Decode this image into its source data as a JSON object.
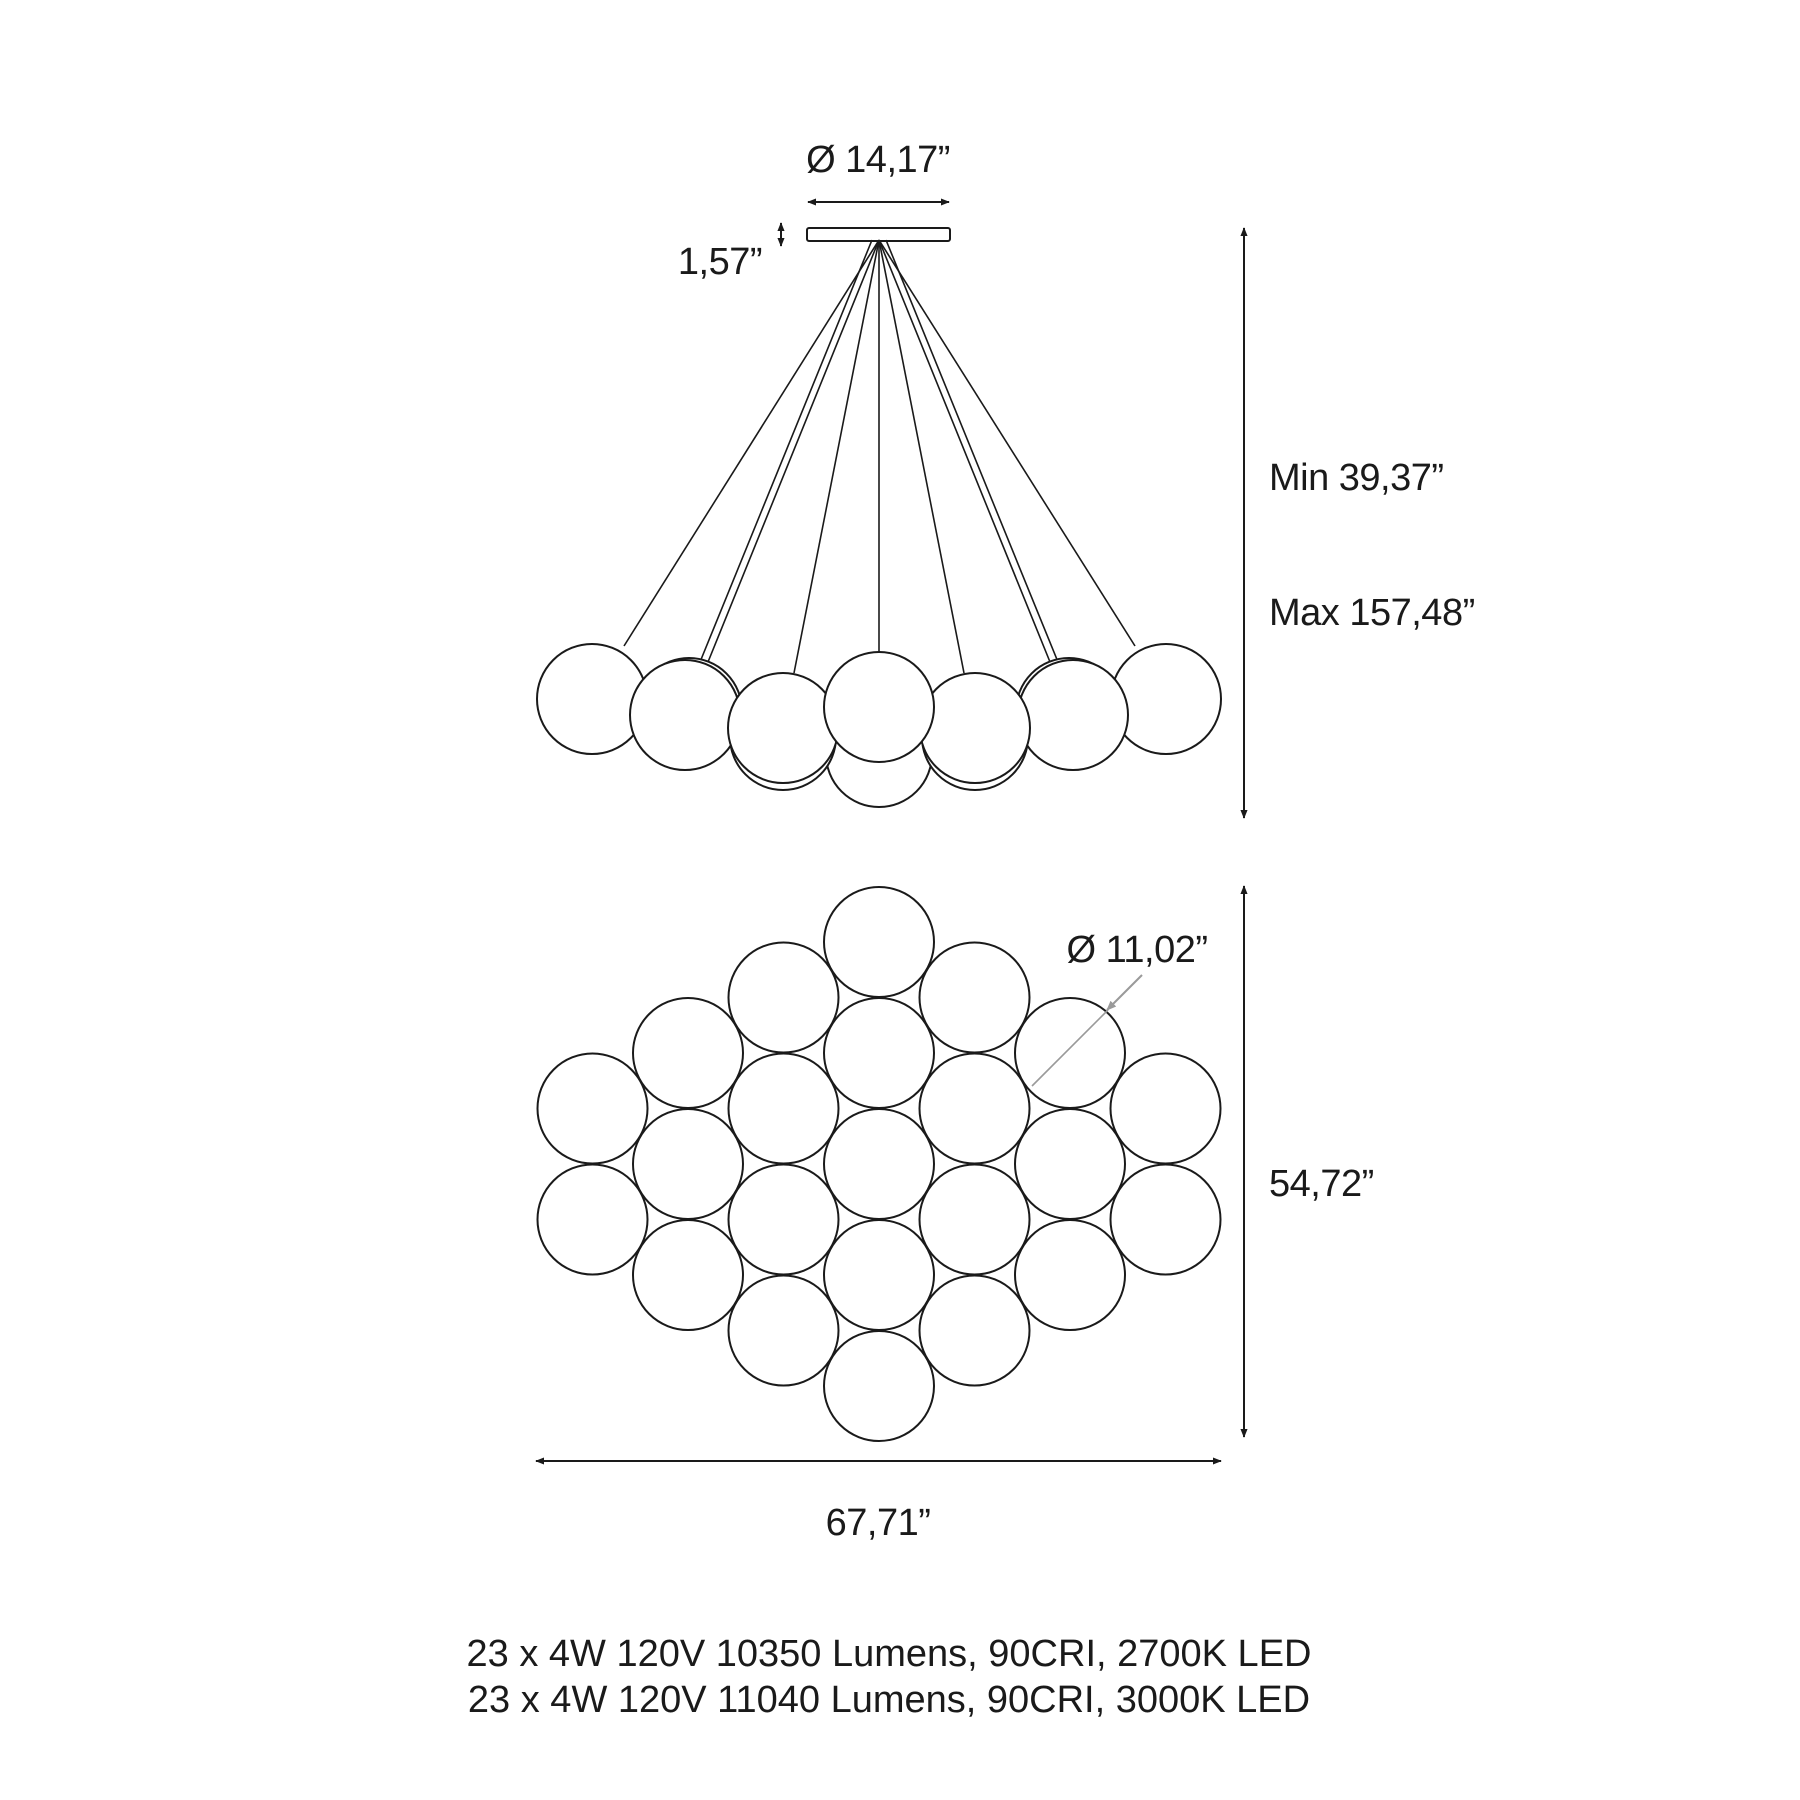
{
  "dimensions": {
    "canopy_diameter": "Ø 14,17”",
    "canopy_height": "1,57”",
    "height_min": "Min 39,37”",
    "height_max": "Max 157,48”",
    "globe_diameter": "Ø 11,02”",
    "plan_depth": "54,72”",
    "overall_width": "67,71”"
  },
  "specs": [
    "23 x 4W 120V 10350 Lumens, 90CRI, 2700K LED",
    "23 x 4W 120V 11040 Lumens, 90CRI, 3000K LED"
  ],
  "colors": {
    "line": "#1a1a1a",
    "leader": "#9a9a9a",
    "background": "#ffffff"
  }
}
